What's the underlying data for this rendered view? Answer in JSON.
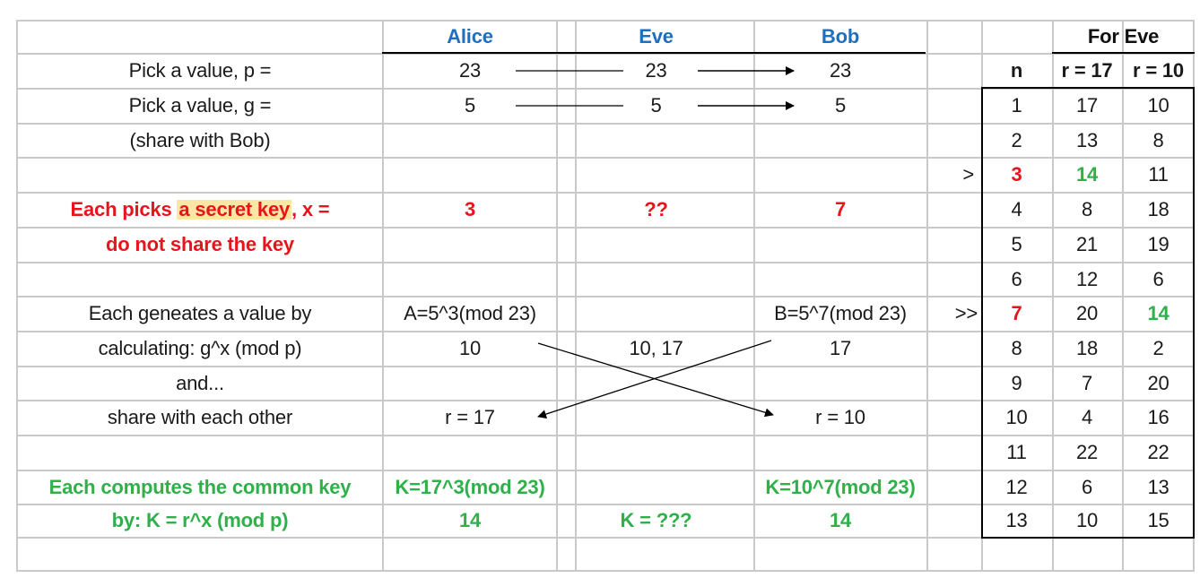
{
  "headers": {
    "alice": "Alice",
    "eve": "Eve",
    "bob": "Bob",
    "for_eve": "For Eve",
    "n": "n",
    "r17": "r = 17",
    "r10": "r = 10"
  },
  "labels": {
    "pick_p": "Pick a value, p =",
    "pick_g": "Pick a value, g =",
    "share_bob": "(share with Bob)",
    "secret_a": "Each picks ",
    "secret_b": "a secret key",
    "secret_c": ", x =",
    "dont_share": "do not share the key",
    "gen1": "Each geneates a value by",
    "gen2": "calculating: g^x (mod p)",
    "gen3": "and...",
    "gen4": "share with each other",
    "common1": "Each computes the common key",
    "common2": "by: K = r^x (mod p)"
  },
  "alice": {
    "p": "23",
    "g": "5",
    "x": "3",
    "formula": "A=5^3(mod 23)",
    "value": "10",
    "r": "r = 17",
    "kformula": "K=17^3(mod 23)",
    "k": "14"
  },
  "eve": {
    "p": "23",
    "g": "5",
    "x": "??",
    "values": "10, 17",
    "k": "K = ???"
  },
  "bob": {
    "p": "23",
    "g": "5",
    "x": "7",
    "formula": "B=5^7(mod 23)",
    "value": "17",
    "r": "r = 10",
    "kformula": "K=10^7(mod 23)",
    "k": "14"
  },
  "markers": {
    "row4": ">",
    "row8": ">>"
  },
  "table": {
    "rows": [
      {
        "n": "1",
        "r17": "17",
        "r10": "10"
      },
      {
        "n": "2",
        "r17": "13",
        "r10": "8"
      },
      {
        "n": "3",
        "r17": "14",
        "r10": "11"
      },
      {
        "n": "4",
        "r17": "8",
        "r10": "18"
      },
      {
        "n": "5",
        "r17": "21",
        "r10": "19"
      },
      {
        "n": "6",
        "r17": "12",
        "r10": "6"
      },
      {
        "n": "7",
        "r17": "20",
        "r10": "14"
      },
      {
        "n": "8",
        "r17": "18",
        "r10": "2"
      },
      {
        "n": "9",
        "r17": "7",
        "r10": "20"
      },
      {
        "n": "10",
        "r17": "4",
        "r10": "16"
      },
      {
        "n": "11",
        "r17": "22",
        "r10": "22"
      },
      {
        "n": "12",
        "r17": "6",
        "r10": "13"
      },
      {
        "n": "13",
        "r17": "10",
        "r10": "15"
      }
    ]
  },
  "colors": {
    "blue": "#1f6fbf",
    "red": "#e8141b",
    "green": "#2fb04a",
    "highlight": "#fbe6a6",
    "grid": "#c9c9c9"
  }
}
